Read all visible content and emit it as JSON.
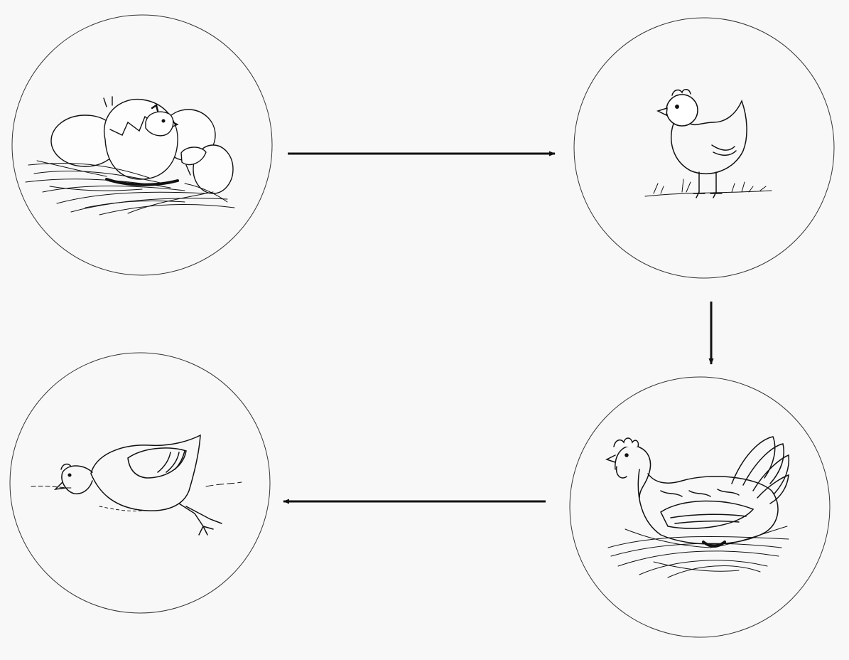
{
  "diagram": {
    "type": "cycle",
    "stages": [
      {
        "id": "stage-1",
        "illustration": "chick-hatching-from-egg-icon"
      },
      {
        "id": "stage-2",
        "illustration": "baby-chick-icon"
      },
      {
        "id": "stage-3",
        "illustration": "hen-on-nest-icon"
      },
      {
        "id": "stage-4",
        "illustration": "hen-pecking-ground-icon"
      }
    ],
    "arrows": [
      {
        "from": "stage-1",
        "to": "stage-2"
      },
      {
        "from": "stage-2",
        "to": "stage-3"
      },
      {
        "from": "stage-3",
        "to": "stage-4"
      }
    ],
    "colors": {
      "background": "#f8f8f8",
      "ink": "#111111"
    }
  }
}
